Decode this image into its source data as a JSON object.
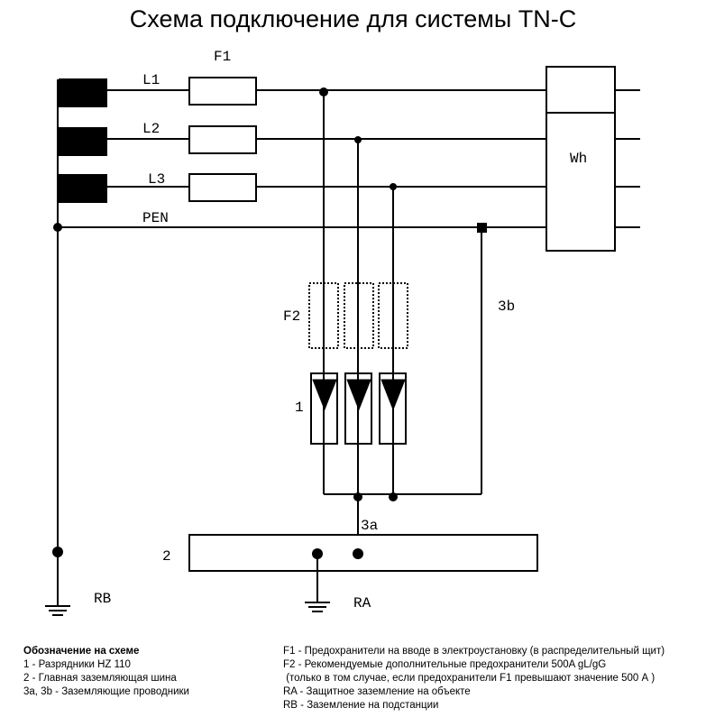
{
  "title": "Схема подключение для системы TN-C",
  "labels": {
    "L1": "L1",
    "L2": "L2",
    "L3": "L3",
    "PEN": "PEN",
    "F1": "F1",
    "F2": "F2",
    "Wh": "Wh",
    "n1": "1",
    "n2": "2",
    "c3a": "3a",
    "c3b": "3b",
    "RB": "RB",
    "RA": "RA"
  },
  "legend_left": {
    "heading": "Обозначение на схеме",
    "items": [
      "1 -  Разрядники HZ 110",
      "2 -  Главная заземляющая шина",
      "3a, 3b -  Заземляющие проводники"
    ]
  },
  "legend_right": {
    "items": [
      "F1 -  Предохранители на вводе в электроустановку (в распределительный щит)",
      "F2 -  Рекомендуемые дополнительные предохранители 500A gL/gG",
      " (только в том случае, если предохранители F1 превышают значение 500 А )",
      "RA - Защитное заземление на объекте",
      "RB - Заземление на подстанции"
    ]
  }
}
